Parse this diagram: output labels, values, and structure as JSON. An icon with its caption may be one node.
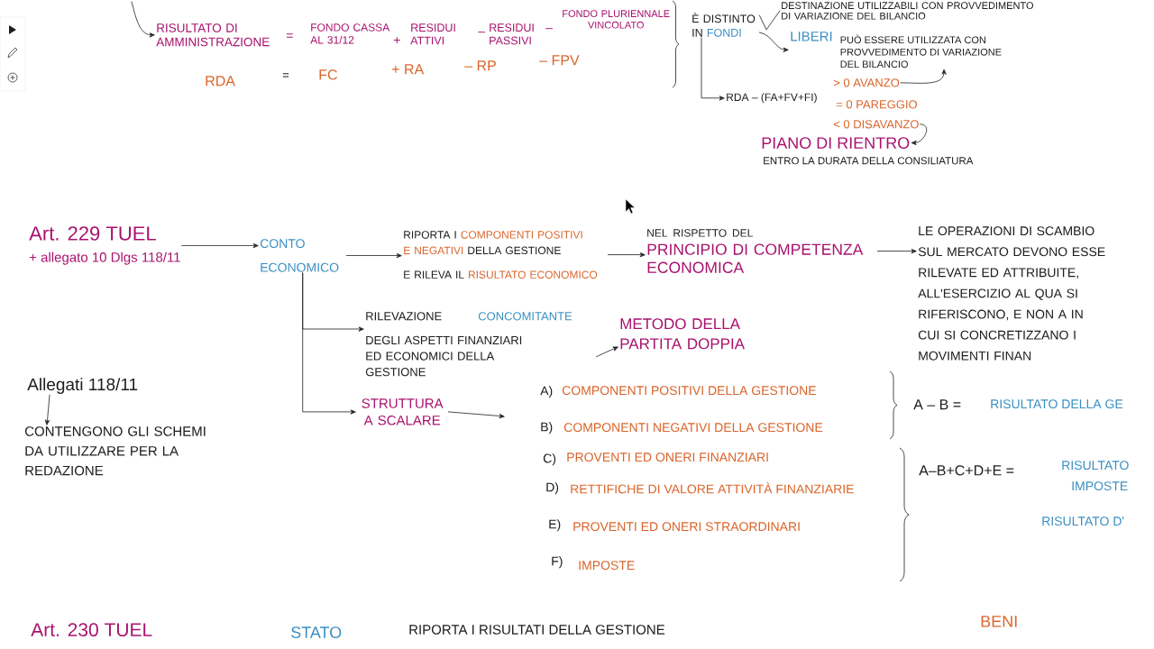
{
  "diagram": {
    "nodes": [
      {
        "text": [
          "RISULTATO DI AMMINISTRAZIONE"
        ]
      },
      {
        "text": [
          "È DISTINTO IN",
          "FONDI"
        ]
      },
      {
        "text": [
          "DESTINAZIONE UTILIZZABILI CON PROVVEDIMENTO DI VARIAZIONE DEL BILANCIO"
        ]
      },
      {
        "text": [
          "LIBERI",
          "PUÒ ESSERE UTILIZZATA CON PROVVEDIMENTO DI VARIAZIONE DEL BILANCIO"
        ]
      },
      {
        "text": [
          "RDA – (FA+FV+FI)"
        ]
      },
      {
        "text": [
          "> 0 AVANZO"
        ]
      },
      {
        "text": [
          "< 0 DISAVANZO"
        ]
      },
      {
        "text": [
          "PIANO DI RIENTRO"
        ],
        "beside": [
          "ENTRO LA DURATA DELLA CONSILIATURA"
        ]
      },
      {
        "text": [
          "Art. 229 TUEL",
          "+ allegato 10 Dlgs 118/11"
        ]
      },
      {
        "text": [
          "CONTO ECONOMICO"
        ]
      },
      {
        "text": [
          "RIPORTA I",
          "COMPONENTI POSITIVI E NEGATIVI",
          "DELLA GESTIONE",
          "E RILEVA IL",
          "RISULTATO ECONOMICO"
        ]
      },
      {
        "text": [
          "NEL RISPETTO DEL",
          "PRINCIPIO DI COMPETENZA ECONOMICA"
        ]
      },
      {
        "text": [
          "LE OPERAZIONI DI SCAMBIO SUL MERCATO DEVONO ESSE RILEVATE ED ATTRIBUITE, ALL'ESERCIZIO AL QUA SI RIFERISCONO, E NON A IN CUI SI CONCRETIZZANO I MOVIMENTI FINAN"
        ]
      },
      {
        "text": [
          "RILEVAZIONE",
          "CONCOMITANTE",
          "DEGLI ASPETTI FINANZIARI ED ECONOMICI DELLA GESTIONE"
        ]
      },
      {
        "text": [
          "METODO DELLA PARTITA DOPPIA"
        ]
      },
      {
        "text": [
          "STRUTTURA A SCALARE"
        ]
      },
      {
        "text": [
          "Allegati 118/11"
        ]
      },
      {
        "text": [
          "CONTENGONO GLI SCHEMI DA UTILIZZARE PER LA REDAZIONE"
        ]
      }
    ],
    "edges": [
      {
        "from": null,
        "to": 0,
        "arrow": "to"
      },
      {
        "from": 1,
        "to": 3,
        "arrow": "to"
      },
      {
        "from": 1,
        "to": 2,
        "arrow": "none"
      },
      {
        "from": 1,
        "to": 4,
        "arrow": "to"
      },
      {
        "from": 5,
        "to": 3,
        "arrow": "to"
      },
      {
        "from": 6,
        "to": 7,
        "arrow": "to"
      },
      {
        "from": 8,
        "to": 9,
        "arrow": "to"
      },
      {
        "from": 9,
        "to": 10,
        "arrow": "to"
      },
      {
        "from": 10,
        "to": 11,
        "arrow": "to"
      },
      {
        "from": 11,
        "to": 12,
        "arrow": "to"
      },
      {
        "from": 9,
        "to": 13,
        "arrow": "to"
      },
      {
        "from": 9,
        "to": 15,
        "arrow": "to"
      },
      {
        "from": 13,
        "to": 14,
        "arrow": "to"
      },
      {
        "from": 15,
        "to": null,
        "arrow": "to"
      },
      {
        "from": 16,
        "to": 17,
        "arrow": "to"
      }
    ],
    "labels": [
      "=",
      "FONDO CASSA AL 31/12",
      "+",
      "RESIDUI ATTIVI",
      "–",
      "RESIDUI PASSIVI",
      "–",
      "FONDO PLURIENNALE VINCOLATO",
      "RDA",
      "=",
      "FC",
      "+ RA",
      "– RP",
      "– FPV",
      "= 0 PAREGGIO",
      "A)",
      "COMPONENTI POSITIVI DELLA GESTIONE",
      "A – B =",
      "RISULTATO DELLA GE",
      "B)",
      "COMPONENTI NEGATIVI DELLA GESTIONE",
      "C)",
      "PROVENTI ED ONERI FINANZIARI",
      "A–B+C+D+E =",
      "RISULTATO",
      "D)",
      "RETTIFICHE DI VALORE ATTIVITÀ FINANZIARIE",
      "IMPOSTE",
      "E)",
      "PROVENTI ED ONERI STRAORDINARI",
      "RISULTATO D'",
      "F)",
      "IMPOSTE",
      "Art. 230 TUEL",
      "STATO",
      "RIPORTA I RISULTATI DELLA GESTIONE",
      "BENI"
    ]
  }
}
